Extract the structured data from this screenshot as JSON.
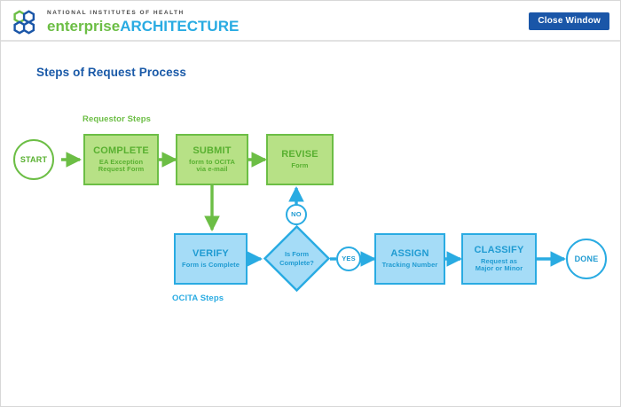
{
  "header": {
    "logo": {
      "icon": "nih-hex-logo-icon",
      "line1": "NATIONAL INSTITUTES OF HEALTH",
      "line2_part1": "enterprise",
      "line2_part2": "ARCHITECTURE"
    },
    "close_button": "Close Window"
  },
  "page_title": "Steps of Request Process",
  "colors": {
    "green_fill": "#b7e186",
    "green_stroke": "#6cbe45",
    "green_text": "#58b030",
    "blue_fill": "#a5dcf7",
    "blue_stroke": "#29abe2",
    "blue_text": "#1f9bd2",
    "title_blue": "#1a5aa8",
    "button_blue": "#1a56a8"
  },
  "diagram": {
    "group_labels": [
      {
        "id": "requestor-steps",
        "text": "Requestor Steps",
        "color": "green"
      },
      {
        "id": "ocita-steps",
        "text": "OCITA Steps",
        "color": "blue"
      }
    ],
    "nodes": [
      {
        "id": "start",
        "shape": "circle",
        "color": "green",
        "title": "START",
        "sub": ""
      },
      {
        "id": "complete",
        "shape": "box",
        "color": "green",
        "title": "COMPLETE",
        "sub": "EA Exception\nRequest Form"
      },
      {
        "id": "submit",
        "shape": "box",
        "color": "green",
        "title": "SUBMIT",
        "sub": "form to OCITA\nvia e-mail"
      },
      {
        "id": "revise",
        "shape": "box",
        "color": "green",
        "title": "REVISE",
        "sub": "Form"
      },
      {
        "id": "verify",
        "shape": "box",
        "color": "blue",
        "title": "VERIFY",
        "sub": "Form is Complete"
      },
      {
        "id": "decision",
        "shape": "diamond",
        "color": "blue",
        "title": "Is Form",
        "sub": "Complete?"
      },
      {
        "id": "no",
        "shape": "circle",
        "color": "blue",
        "title": "NO",
        "sub": ""
      },
      {
        "id": "yes",
        "shape": "circle",
        "color": "blue",
        "title": "YES",
        "sub": ""
      },
      {
        "id": "assign",
        "shape": "box",
        "color": "blue",
        "title": "ASSIGN",
        "sub": "Tracking Number"
      },
      {
        "id": "classify",
        "shape": "box",
        "color": "blue",
        "title": "CLASSIFY",
        "sub": "Request as\nMajor or Minor"
      },
      {
        "id": "done",
        "shape": "circle",
        "color": "blue",
        "title": "DONE",
        "sub": ""
      }
    ],
    "edges": [
      {
        "from": "start",
        "to": "complete",
        "color": "green"
      },
      {
        "from": "complete",
        "to": "submit",
        "color": "green"
      },
      {
        "from": "submit",
        "to": "revise",
        "color": "green"
      },
      {
        "from": "submit",
        "to": "verify",
        "color": "green"
      },
      {
        "from": "verify",
        "to": "decision",
        "color": "blue"
      },
      {
        "from": "decision",
        "to": "no",
        "color": "blue"
      },
      {
        "from": "no",
        "to": "revise",
        "color": "blue"
      },
      {
        "from": "decision",
        "to": "yes",
        "color": "blue"
      },
      {
        "from": "yes",
        "to": "assign",
        "color": "blue"
      },
      {
        "from": "assign",
        "to": "classify",
        "color": "blue"
      },
      {
        "from": "classify",
        "to": "done",
        "color": "blue"
      }
    ]
  }
}
